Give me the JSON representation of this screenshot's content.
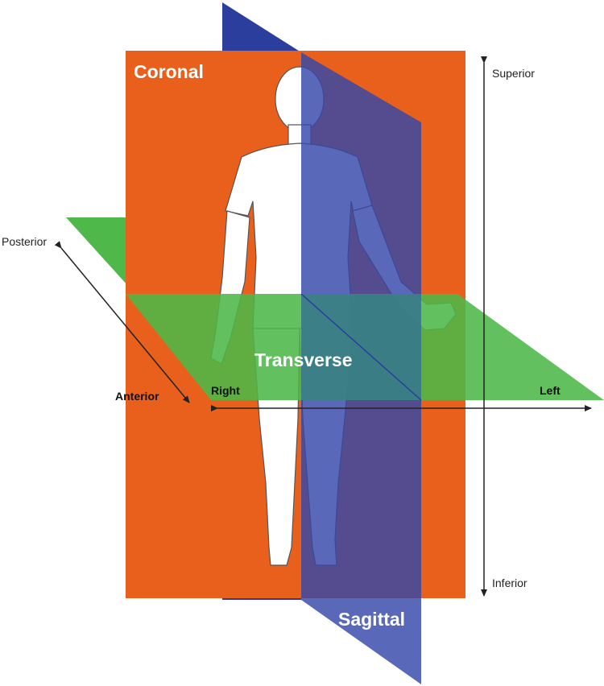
{
  "planes": {
    "coronal": {
      "label": "Coronal",
      "color": "#E8601C"
    },
    "sagittal": {
      "label": "Sagittal",
      "color": "#2B3E9E"
    },
    "transverse": {
      "label": "Transverse",
      "color": "#4CB848"
    }
  },
  "directions": {
    "superior": "Superior",
    "inferior": "Inferior",
    "posterior": "Posterior",
    "anterior": "Anterior",
    "right": "Right",
    "left": "Left"
  },
  "figure": {
    "icon": "human-figure-icon"
  }
}
